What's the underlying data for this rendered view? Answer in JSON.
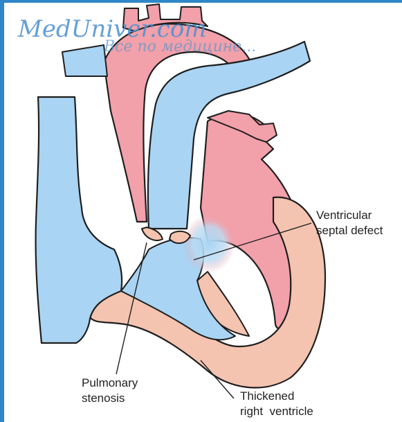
{
  "watermark": {
    "site": "MedUniver.com",
    "tagline": "Все по медицине..."
  },
  "labels": {
    "vsd_line1": "Ventricular",
    "vsd_line2": "septal defect",
    "ps_line1": "Pulmonary",
    "ps_line2": "stenosis",
    "trv_line1": "Thickened",
    "trv_line2": "right  ventricle"
  },
  "colors": {
    "venous_blue": "#a9d4f3",
    "arterial_red": "#f2a0aa",
    "muscle_peach": "#f4c4b0",
    "outline": "#1e1e1e",
    "frame_blue": "#2f86c8"
  }
}
